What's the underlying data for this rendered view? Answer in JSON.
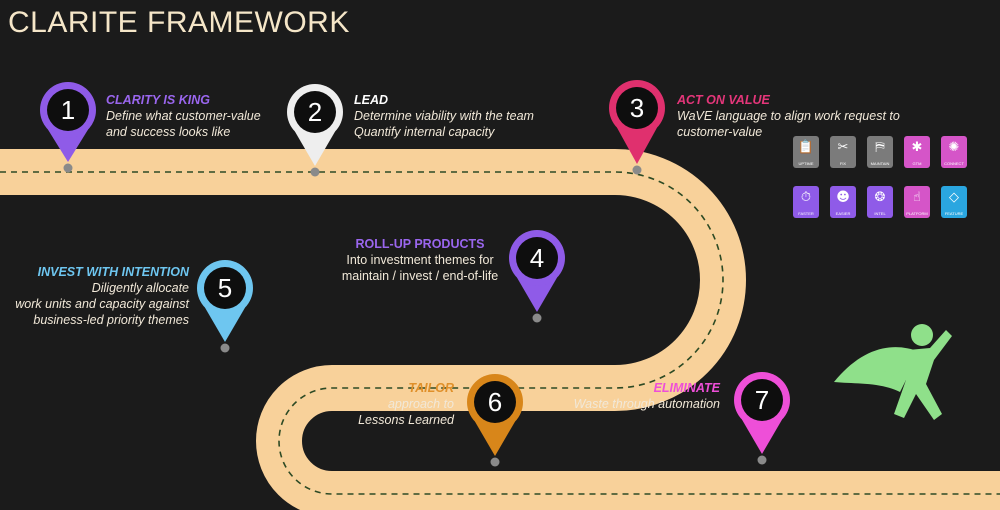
{
  "title": "CLARITE FRAMEWORK",
  "colors": {
    "background": "#1b1b1b",
    "road": "#f8d19a",
    "road_dash": "#2d4a24",
    "pin1": "#8f5be8",
    "pin2": "#eeeeee",
    "pin3": "#e0306e",
    "pin4": "#8f5be8",
    "pin5": "#6ec6f0",
    "pin6": "#d8861a",
    "pin7": "#ee4fd8",
    "hero": "#8fe08a"
  },
  "steps": [
    {
      "num": "1",
      "heading": "CLARITY IS KING",
      "lines": [
        "Define what customer-value",
        "and success looks like"
      ]
    },
    {
      "num": "2",
      "heading": "LEAD",
      "lines": [
        "Determine viability with the team",
        "Quantify internal capacity"
      ]
    },
    {
      "num": "3",
      "heading": "ACT ON VALUE",
      "lines": [
        "WaVE language to align work request to",
        "customer-value"
      ]
    },
    {
      "num": "4",
      "heading": "ROLL-UP PRODUCTS",
      "lines": [
        "Into investment themes for",
        "maintain / invest / end-of-life"
      ]
    },
    {
      "num": "5",
      "heading": "INVEST WITH INTENTION",
      "lines": [
        "Diligently allocate",
        "work units and capacity against",
        "business-led priority themes"
      ]
    },
    {
      "num": "6",
      "heading": "TAILOR",
      "lines": [
        "approach to",
        "Lessons Learned"
      ]
    },
    {
      "num": "7",
      "heading": "ELIMINATE",
      "lines": [
        "Waste through automation"
      ]
    }
  ],
  "wave_icons": [
    {
      "icon": "clipboard-icon",
      "glyph": "📋",
      "label": "UPTIME",
      "color": "#7b7b7b"
    },
    {
      "icon": "tools-icon",
      "glyph": "✂",
      "label": "FIX",
      "color": "#7b7b7b"
    },
    {
      "icon": "sign-icon",
      "glyph": "⛿",
      "label": "MAINTAIN",
      "color": "#7b7b7b"
    },
    {
      "icon": "network-icon",
      "glyph": "✱",
      "label": "GTM",
      "color": "#d555c8"
    },
    {
      "icon": "connect-icon",
      "glyph": "✺",
      "label": "CONNECT",
      "color": "#d555c8"
    },
    {
      "icon": "timer-icon",
      "glyph": "⏱",
      "label": "FASTER",
      "color": "#8f5be8"
    },
    {
      "icon": "smile-icon",
      "glyph": "☻",
      "label": "EASIER",
      "color": "#8f5be8"
    },
    {
      "icon": "brain-icon",
      "glyph": "❂",
      "label": "INTEL",
      "color": "#8f5be8"
    },
    {
      "icon": "hand-icon",
      "glyph": "☝",
      "label": "PLATFORM",
      "color": "#d555c8"
    },
    {
      "icon": "diamond-icon",
      "glyph": "◇",
      "label": "FEATURE",
      "color": "#2aa6e0"
    }
  ]
}
